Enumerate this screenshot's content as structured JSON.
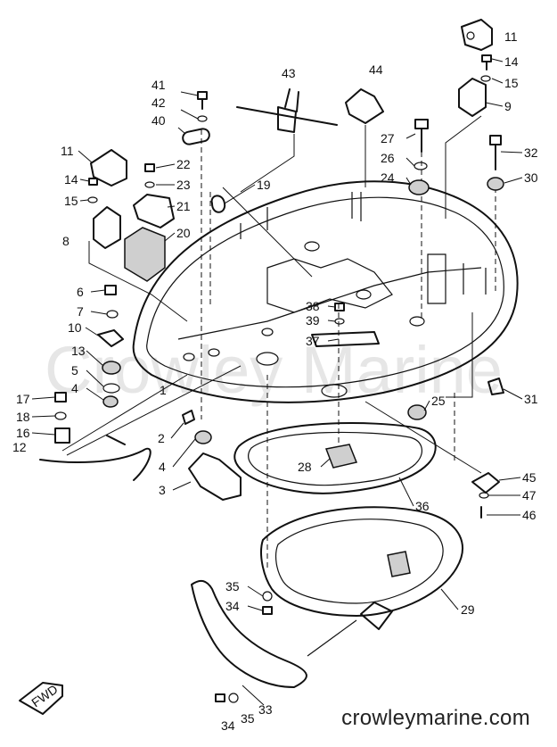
{
  "diagram": {
    "watermark": "Crowley Marine",
    "site": "crowleymarine.com",
    "fwd_label": "FWD",
    "callouts": [
      {
        "id": "11a",
        "text": "11"
      },
      {
        "id": "14a",
        "text": "14"
      },
      {
        "id": "15a",
        "text": "15"
      },
      {
        "id": "9",
        "text": "9"
      },
      {
        "id": "43",
        "text": "43"
      },
      {
        "id": "44",
        "text": "44"
      },
      {
        "id": "41",
        "text": "41"
      },
      {
        "id": "42",
        "text": "42"
      },
      {
        "id": "40",
        "text": "40"
      },
      {
        "id": "27",
        "text": "27"
      },
      {
        "id": "26",
        "text": "26"
      },
      {
        "id": "24",
        "text": "24"
      },
      {
        "id": "32",
        "text": "32"
      },
      {
        "id": "30",
        "text": "30"
      },
      {
        "id": "11b",
        "text": "11"
      },
      {
        "id": "22",
        "text": "22"
      },
      {
        "id": "23",
        "text": "23"
      },
      {
        "id": "21",
        "text": "21"
      },
      {
        "id": "19",
        "text": "19"
      },
      {
        "id": "14b",
        "text": "14"
      },
      {
        "id": "15b",
        "text": "15"
      },
      {
        "id": "8",
        "text": "8"
      },
      {
        "id": "20",
        "text": "20"
      },
      {
        "id": "6",
        "text": "6"
      },
      {
        "id": "7",
        "text": "7"
      },
      {
        "id": "10",
        "text": "10"
      },
      {
        "id": "38",
        "text": "38"
      },
      {
        "id": "39",
        "text": "39"
      },
      {
        "id": "37",
        "text": "37"
      },
      {
        "id": "13",
        "text": "13"
      },
      {
        "id": "5",
        "text": "5"
      },
      {
        "id": "4a",
        "text": "4"
      },
      {
        "id": "17",
        "text": "17"
      },
      {
        "id": "18",
        "text": "18"
      },
      {
        "id": "16",
        "text": "16"
      },
      {
        "id": "12",
        "text": "12"
      },
      {
        "id": "1",
        "text": "1"
      },
      {
        "id": "2",
        "text": "2"
      },
      {
        "id": "31",
        "text": "31"
      },
      {
        "id": "25",
        "text": "25"
      },
      {
        "id": "4b",
        "text": "4"
      },
      {
        "id": "3",
        "text": "3"
      },
      {
        "id": "28",
        "text": "28"
      },
      {
        "id": "36",
        "text": "36"
      },
      {
        "id": "45",
        "text": "45"
      },
      {
        "id": "47",
        "text": "47"
      },
      {
        "id": "46",
        "text": "46"
      },
      {
        "id": "35a",
        "text": "35"
      },
      {
        "id": "34a",
        "text": "34"
      },
      {
        "id": "29",
        "text": "29"
      },
      {
        "id": "34b",
        "text": "34"
      },
      {
        "id": "35b",
        "text": "35"
      },
      {
        "id": "33",
        "text": "33"
      }
    ]
  }
}
